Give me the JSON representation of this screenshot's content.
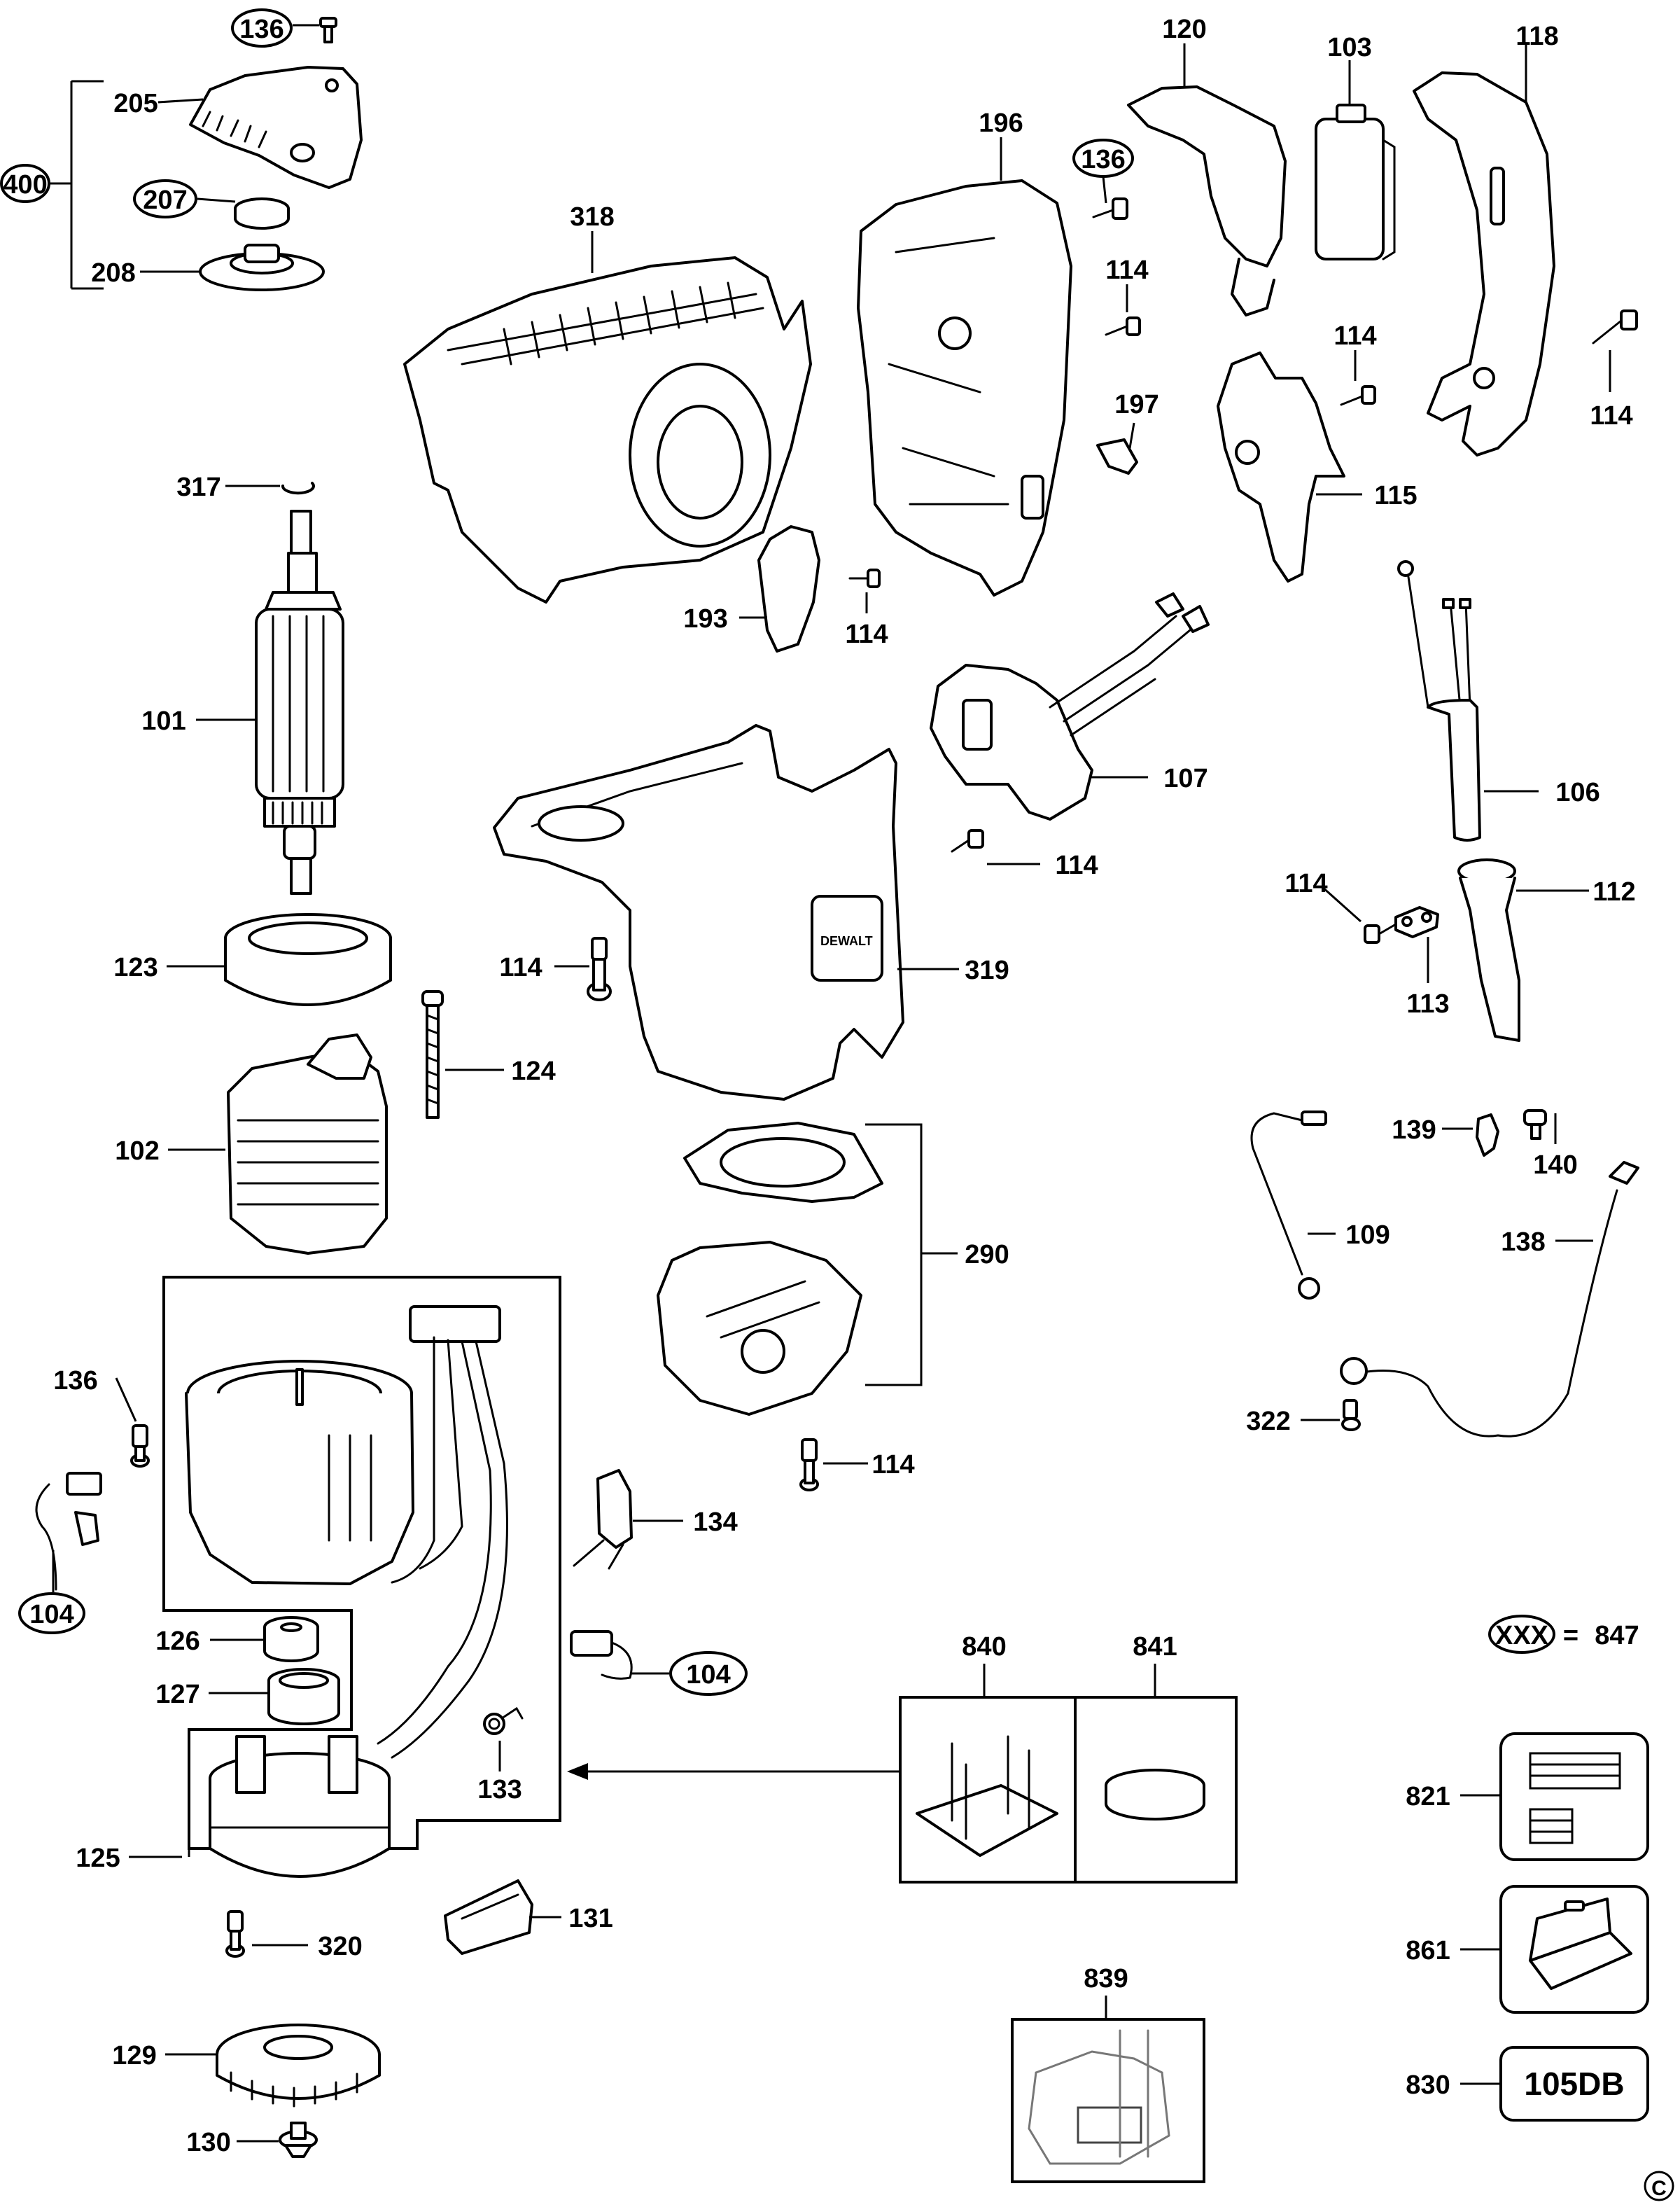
{
  "labels": {
    "p136a": "136",
    "p205": "205",
    "p400": "400",
    "p207": "207",
    "p208": "208",
    "p318": "318",
    "p196": "196",
    "p120": "120",
    "p103": "103",
    "p118": "118",
    "p136b": "136",
    "p114a": "114",
    "p114b": "114",
    "p114c": "114",
    "p197": "197",
    "p115": "115",
    "p317": "317",
    "p193": "193",
    "p114d": "114",
    "p101": "101",
    "p107": "107",
    "p106": "106",
    "p114e": "114",
    "p114f": "114",
    "p112": "112",
    "p113": "113",
    "p114g": "114",
    "p319": "319",
    "p123": "123",
    "p124": "124",
    "p102": "102",
    "p139": "139",
    "p140": "140",
    "p109": "109",
    "p138": "138",
    "p290": "290",
    "p322": "322",
    "p136c": "136",
    "p114h": "114",
    "p134": "134",
    "p104a": "104",
    "p126": "126",
    "p127": "127",
    "p104b": "104",
    "p840": "840",
    "p841": "841",
    "p133": "133",
    "p125": "125",
    "p821": "821",
    "p320": "320",
    "p131": "131",
    "p861": "861",
    "p839": "839",
    "p129": "129",
    "p830": "830",
    "p130": "130"
  },
  "legend": {
    "code": "XXX",
    "equals": "=",
    "value": "847"
  },
  "badge_830": "105DB",
  "copyright": "C",
  "brand_on_housing": "DEWALT"
}
